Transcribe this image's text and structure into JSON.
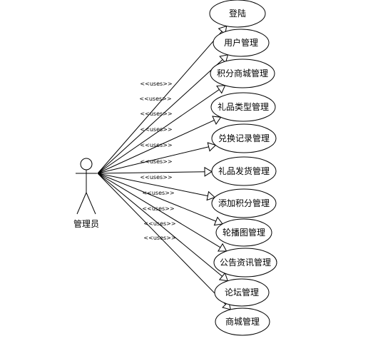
{
  "actor": {
    "name": "管理员"
  },
  "relationship_label": "<<uses>>",
  "use_cases": [
    {
      "label": "登陆"
    },
    {
      "label": "用户管理"
    },
    {
      "label": "积分商城管理"
    },
    {
      "label": "礼品类型管理"
    },
    {
      "label": "兑换记录管理"
    },
    {
      "label": "礼品发货管理"
    },
    {
      "label": "添加积分管理"
    },
    {
      "label": "轮播图管理"
    },
    {
      "label": "公告资讯管理"
    },
    {
      "label": "论坛管理"
    },
    {
      "label": "商城管理"
    }
  ]
}
